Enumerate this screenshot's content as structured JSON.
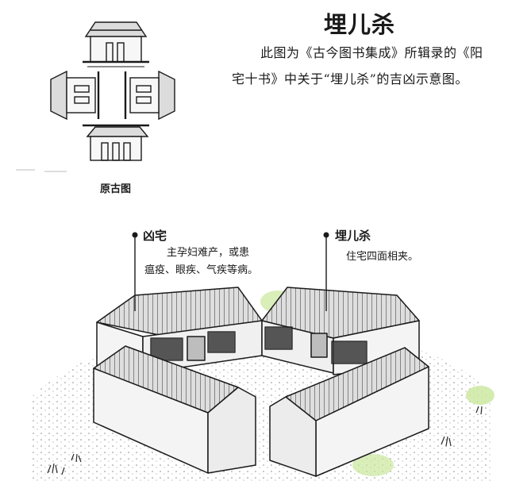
{
  "title": "埋儿杀",
  "caption": {
    "line1": "此图为《古今图书集成》所辑录的《阳",
    "line2": "宅十书》中关于“埋儿杀”的吉凶示意图。"
  },
  "original_figure_label": "原古图",
  "annotations": {
    "left": {
      "label": "凶宅",
      "text_line1": "主孕妇难产，或患",
      "text_line2": "瘟疫、眼疾、气疾等病。"
    },
    "right": {
      "label": "埋儿杀",
      "text_line1": "住宅四面相夹。"
    }
  },
  "colors": {
    "ink": "#1a1a1a",
    "roof_fill": "#d8d8d8",
    "wall_fill": "#f4f4f4",
    "shadow_green": "#b7e08a",
    "grass": "#3a3a3a"
  }
}
